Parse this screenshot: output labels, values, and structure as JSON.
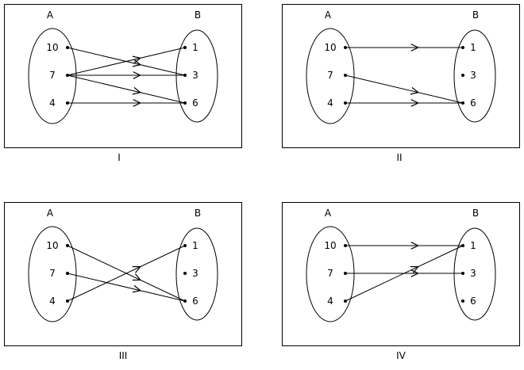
{
  "set_labels": {
    "a": "A",
    "b": "B"
  },
  "a_elements": [
    "10",
    "7",
    "4"
  ],
  "b_elements": [
    "1",
    "3",
    "6"
  ],
  "panels": [
    {
      "caption": "I",
      "mappings": [
        [
          "10",
          "3"
        ],
        [
          "7",
          "1"
        ],
        [
          "7",
          "3"
        ],
        [
          "7",
          "6"
        ],
        [
          "4",
          "6"
        ]
      ]
    },
    {
      "caption": "II",
      "mappings": [
        [
          "10",
          "1"
        ],
        [
          "7",
          "6"
        ],
        [
          "4",
          "6"
        ]
      ]
    },
    {
      "caption": "III",
      "mappings": [
        [
          "10",
          "6"
        ],
        [
          "7",
          "6"
        ],
        [
          "4",
          "1"
        ]
      ]
    },
    {
      "caption": "IV",
      "mappings": [
        [
          "10",
          "1"
        ],
        [
          "7",
          "3"
        ],
        [
          "4",
          "1"
        ]
      ]
    }
  ]
}
